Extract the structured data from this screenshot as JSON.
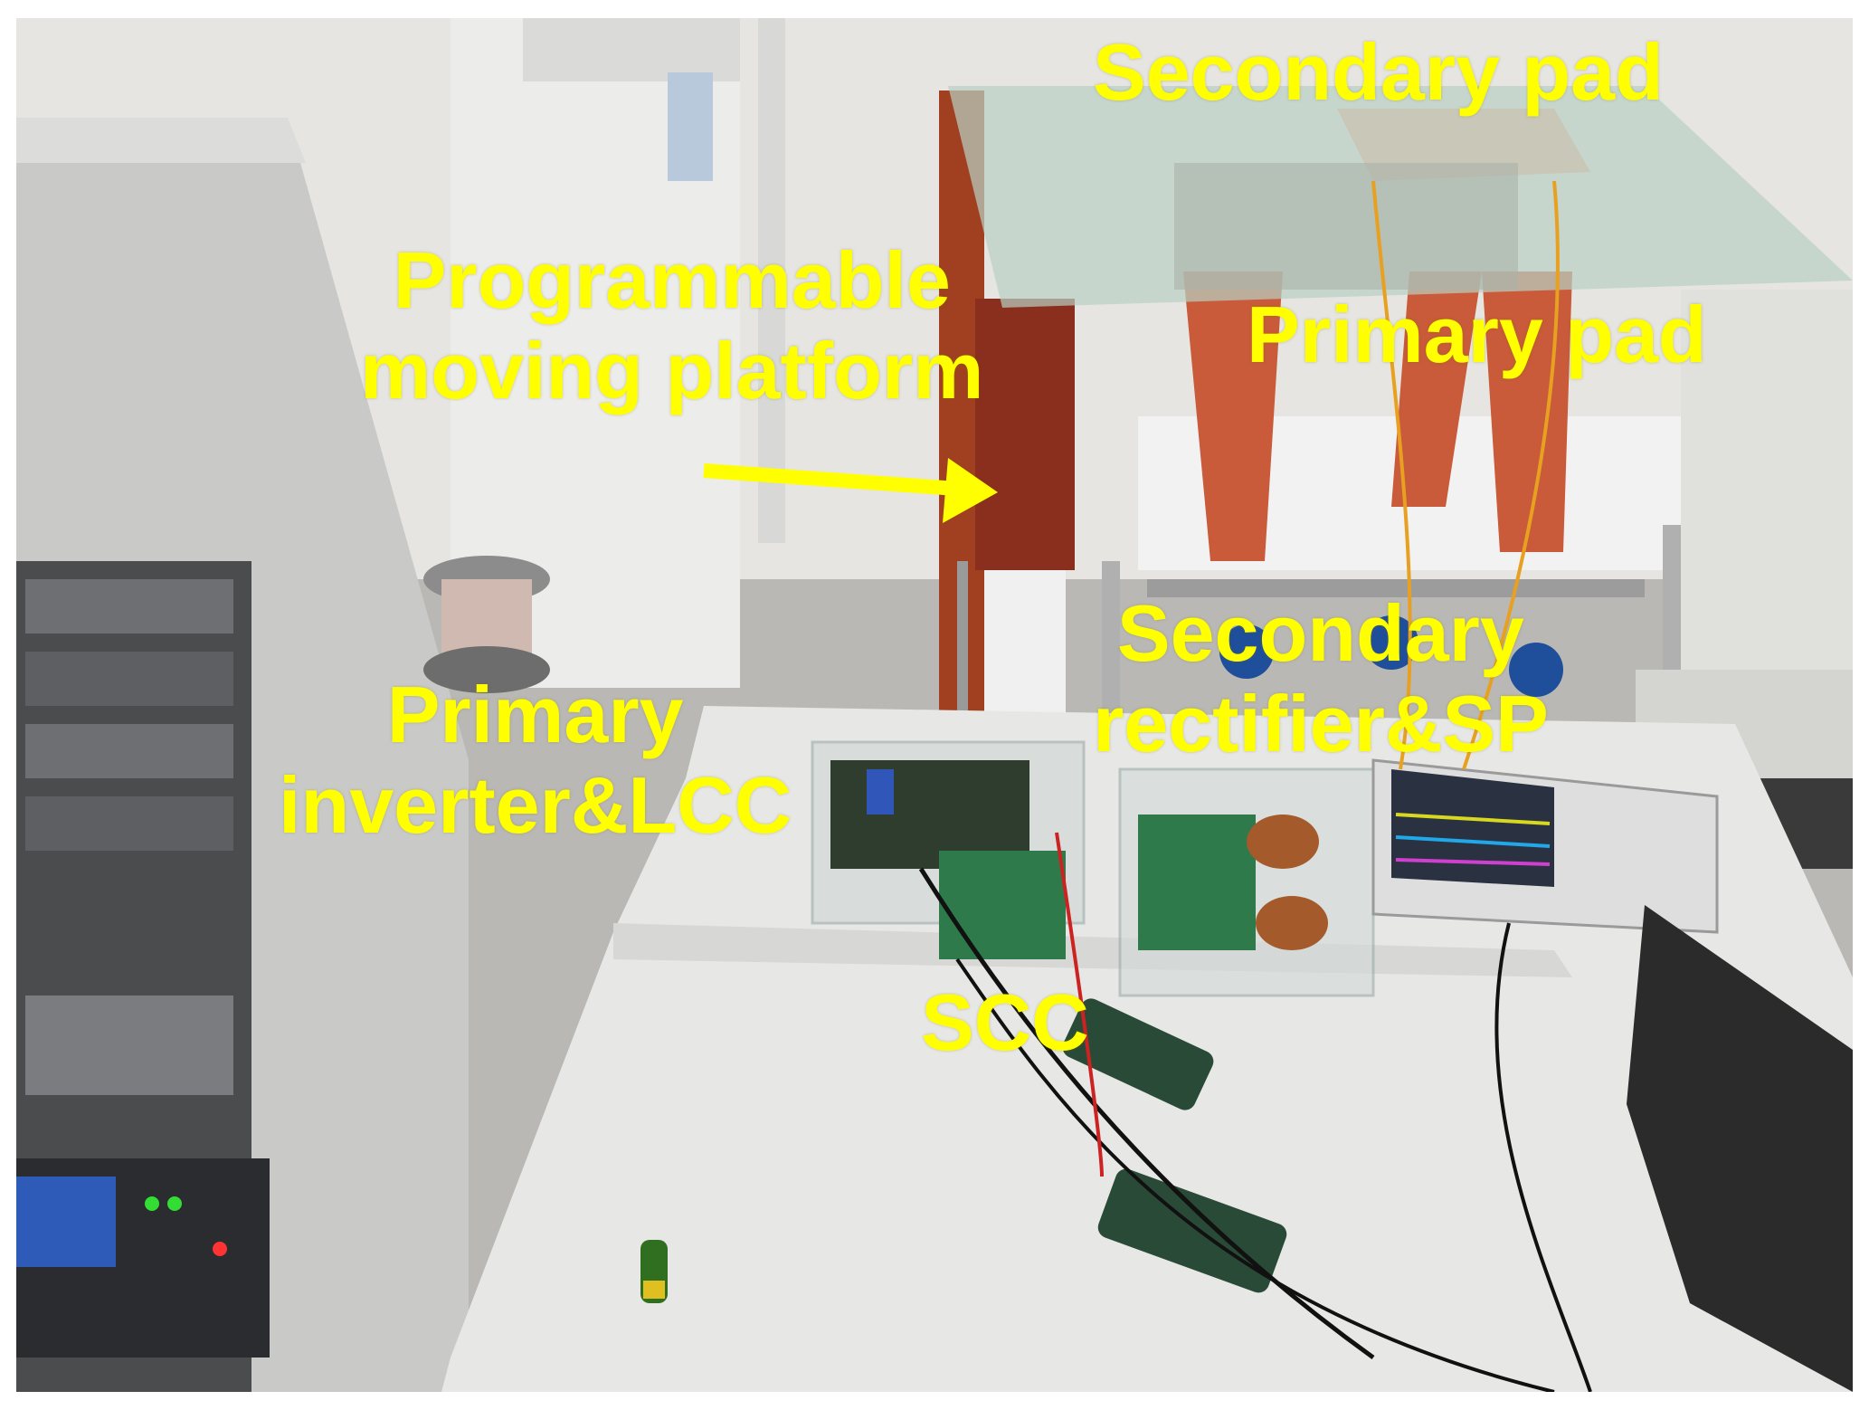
{
  "labels": {
    "secondary_pad": "Secondary pad",
    "platform_line1": "Programmable",
    "platform_line2": "moving platform",
    "primary_pad": "Primary pad",
    "secondary_rectifier_line1": "Secondary",
    "secondary_rectifier_line2": "rectifier&SP",
    "primary_inverter_line1": "Primary",
    "primary_inverter_line2": "inverter&LCC",
    "scc": "SCC"
  },
  "colors": {
    "label": "#ffff00",
    "arrow": "#ffff00"
  },
  "icons": [
    "arrow-right-icon"
  ]
}
